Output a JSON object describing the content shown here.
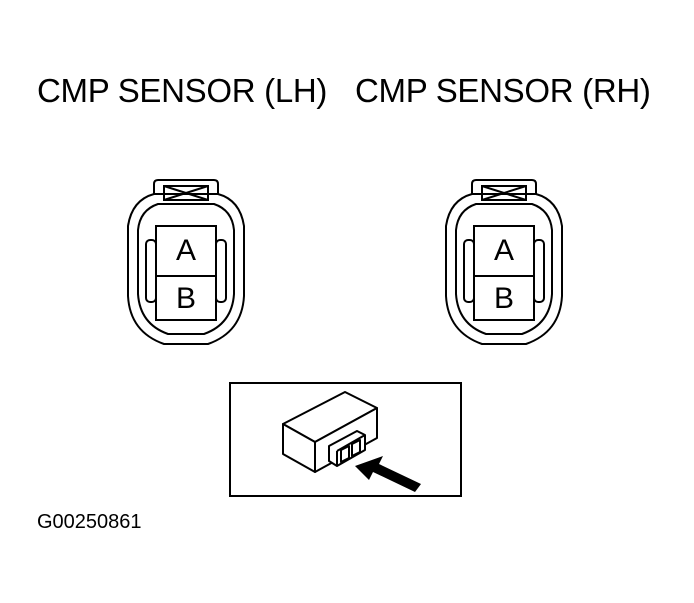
{
  "titles": {
    "left": "CMP SENSOR (LH)",
    "right": "CMP SENSOR (RH)"
  },
  "connectors": {
    "left": {
      "pin_a": "A",
      "pin_b": "B"
    },
    "right": {
      "pin_a": "A",
      "pin_b": "B"
    }
  },
  "figure_id": "G00250861"
}
